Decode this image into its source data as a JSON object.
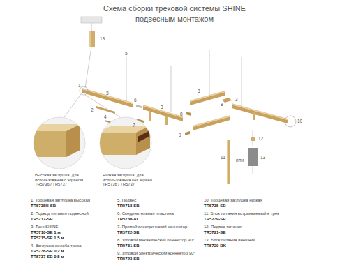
{
  "diagram": {
    "title": "Схема сборки трековой системы SHINE",
    "labels": [
      "подвесным монтажом",
      "13",
      "5",
      "1",
      "3",
      "2",
      "4",
      "6",
      "3",
      "7",
      "8",
      "3",
      "8",
      "9",
      "3",
      "10",
      "11",
      "12",
      "или",
      "13",
      "Высокая заглушка, для использования с экраном TR5736 / TR5737",
      "Низкая заглушка, для использования без экрана TR5736 / TR5737",
      "1. Торцевая заглушка высокая",
      "TR5735H-SB",
      "2. Подвод питания подвесной",
      "TR5717-SB",
      "3. Трек SHINE",
      "TR5710-SB 1 м",
      "TR5715-SB 1,5 м",
      "4. Заглушка желоба трека",
      "TR5736-SB 0,2 м",
      "TR5737-SB 0,5 м",
      "5. Подвес",
      "TR5718-SB",
      "6. Соединительная пластина",
      "TR5730-AL",
      "7. Прямой электрический коннектор",
      "TR5722-SB",
      "8. Угловой механический коннектор 90°",
      "TR5731-SB",
      "9. Угловой электрический коннектор 90°",
      "TR5723-SB",
      "10. Торцевая заглушка низкая",
      "TR5735-SB",
      "11. Блок питания встраиваемый в трек",
      "TR5739-SB",
      "12. Подвод питания",
      "TR5721-SB",
      "13. Блок питания внешний",
      "TR5720-BK"
    ]
  }
}
